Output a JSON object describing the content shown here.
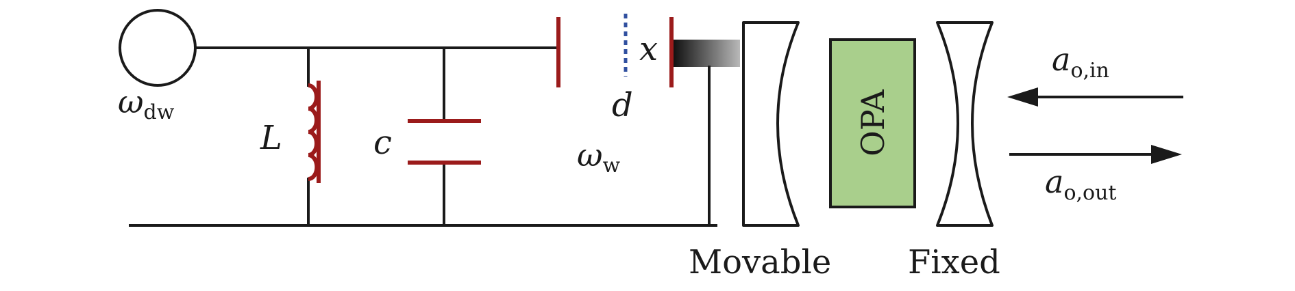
{
  "labels": {
    "drive_symbol": "ω",
    "drive_sub": "dw",
    "inductor": "L",
    "capacitor": "c",
    "gap": "d",
    "displacement": "x",
    "mw_symbol": "ω",
    "mw_sub": "w",
    "opa": "OPA",
    "in_symbol": "a",
    "in_sub": "o,in",
    "out_symbol": "a",
    "out_sub": "o,out",
    "movable": "Movable",
    "fixed": "Fixed"
  },
  "colors": {
    "wire": "#1a1a1a",
    "component": "#9b1b1b",
    "opa_fill": "#a9cf8c",
    "dotted": "#2f4f9f"
  }
}
